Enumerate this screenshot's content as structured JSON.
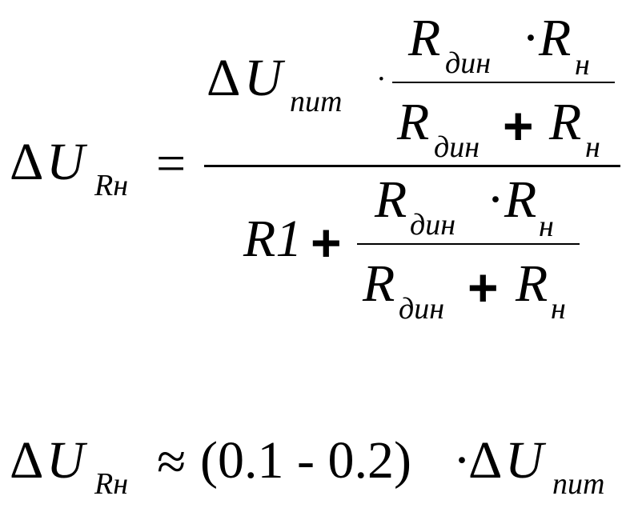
{
  "formula_main": {
    "lhs": {
      "delta": "Δ",
      "var": "U",
      "sub": "Rн"
    },
    "equals": "=",
    "numerator": {
      "delta": "Δ",
      "var": "U",
      "sub": "пит",
      "dot": "·",
      "frac": {
        "num": {
          "r1": "R",
          "r1_sub": "дин",
          "dot": "·",
          "r2": "R",
          "r2_sub": "н"
        },
        "den": {
          "r1": "R",
          "r1_sub": "дин",
          "plus": "+",
          "r2": "R",
          "r2_sub": "н"
        }
      }
    },
    "denominator": {
      "lead": "R1",
      "plus": "+",
      "frac": {
        "num": {
          "r1": "R",
          "r1_sub": "дин",
          "dot": "·",
          "r2": "R",
          "r2_sub": "н"
        },
        "den": {
          "r1": "R",
          "r1_sub": "дин",
          "plus": "+",
          "r2": "R",
          "r2_sub": "н"
        }
      }
    }
  },
  "formula_approx": {
    "lhs": {
      "delta": "Δ",
      "var": "U",
      "sub": "Rн"
    },
    "approx": "≈",
    "range": "(0.1 - 0.2)",
    "dot": "·",
    "rhs": {
      "delta": "Δ",
      "var": "U",
      "sub": "пит"
    }
  }
}
